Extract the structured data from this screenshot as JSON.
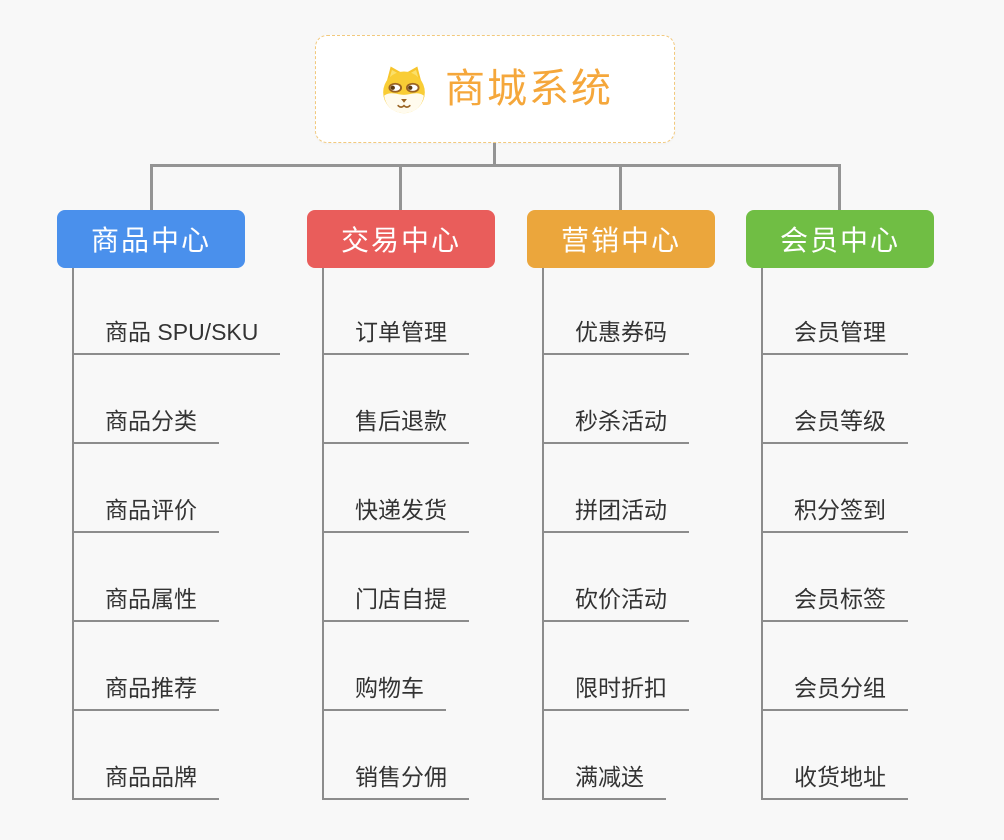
{
  "root": {
    "title": "商城系统",
    "icon": "dog-face",
    "accent_color": "#F5A73B",
    "border_color": "#F2C97D"
  },
  "colors": {
    "background": "#F8F8F8",
    "connector": "#949494",
    "child_line": "#8C8C8C",
    "child_text": "#333333"
  },
  "branches": [
    {
      "label": "商品中心",
      "color": "#4A90EC",
      "children": [
        "商品 SPU/SKU",
        "商品分类",
        "商品评价",
        "商品属性",
        "商品推荐",
        "商品品牌"
      ]
    },
    {
      "label": "交易中心",
      "color": "#E95D5B",
      "children": [
        "订单管理",
        "售后退款",
        "快递发货",
        "门店自提",
        "购物车",
        "销售分佣"
      ]
    },
    {
      "label": "营销中心",
      "color": "#EBA63C",
      "children": [
        "优惠券码",
        "秒杀活动",
        "拼团活动",
        "砍价活动",
        "限时折扣",
        "满减送"
      ]
    },
    {
      "label": "会员中心",
      "color": "#70BE44",
      "children": [
        "会员管理",
        "会员等级",
        "积分签到",
        "会员标签",
        "会员分组",
        "收货地址"
      ]
    }
  ]
}
